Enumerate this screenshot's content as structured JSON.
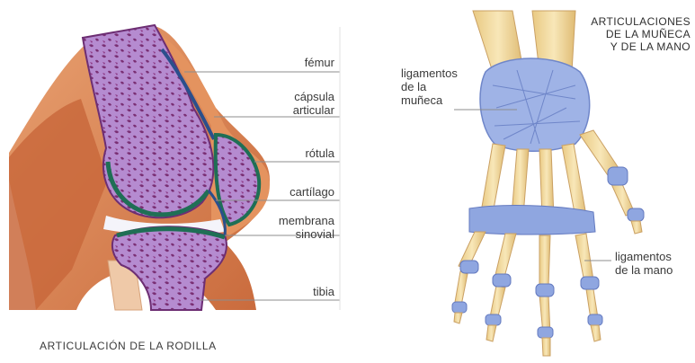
{
  "knee": {
    "title": "ARTICULACIÓN DE LA RODILLA",
    "labels": {
      "femur": "fémur",
      "capsula": [
        "cápsula",
        "articular"
      ],
      "rotula": "rótula",
      "cartilago": "cartílago",
      "membrana": [
        "membrana",
        "sinovial"
      ],
      "tibia": "tibia"
    }
  },
  "hand": {
    "title": [
      "ARTICULACIONES",
      "DE LA MUÑECA",
      "Y DE LA MANO"
    ],
    "labels": {
      "wrist_ligaments": [
        "ligamentos",
        "de la",
        "muñeca"
      ],
      "hand_ligaments": [
        "ligamentos",
        "de la mano"
      ]
    }
  },
  "colors": {
    "bone_marrow": "#8e3f8a",
    "bone_body": "#b88ad0",
    "cartilage": "#1f7a5a",
    "capsule": "#2b4f8c",
    "muscle": "#d77848",
    "bone_hand": "#f1dba0",
    "ligament": "#8fa6e0"
  }
}
